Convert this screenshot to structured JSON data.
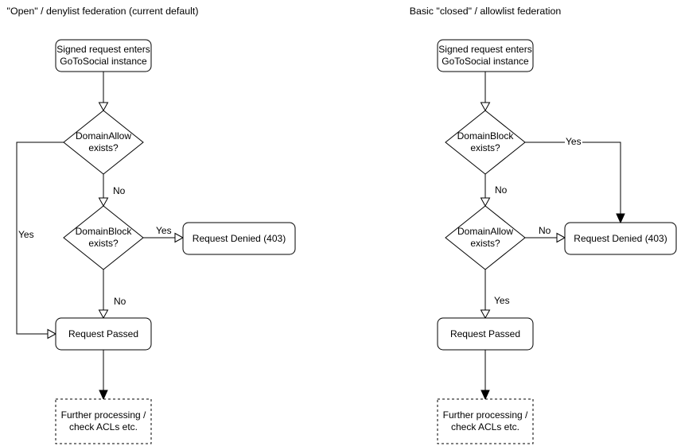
{
  "left": {
    "title": "\"Open\" / denylist federation (current default)",
    "start": "Signed request enters\nGoToSocial instance",
    "decision1": "DomainAllow\nexists?",
    "decision1_yes": "Yes",
    "decision1_no": "No",
    "decision2": "DomainBlock\nexists?",
    "decision2_yes": "Yes",
    "decision2_no": "No",
    "denied": "Request Denied (403)",
    "passed": "Request Passed",
    "further": "Further processing /\ncheck ACLs etc."
  },
  "right": {
    "title": "Basic \"closed\" / allowlist federation",
    "start": "Signed request enters\nGoToSocial instance",
    "decision1": "DomainBlock\nexists?",
    "decision1_yes": "Yes",
    "decision1_no": "No",
    "decision2": "DomainAllow\nexists?",
    "decision2_no": "No",
    "decision2_yes": "Yes",
    "denied": "Request Denied (403)",
    "passed": "Request Passed",
    "further": "Further processing /\ncheck ACLs etc."
  },
  "colors": {
    "stroke": "#000000",
    "canvas": "#ffffff"
  }
}
